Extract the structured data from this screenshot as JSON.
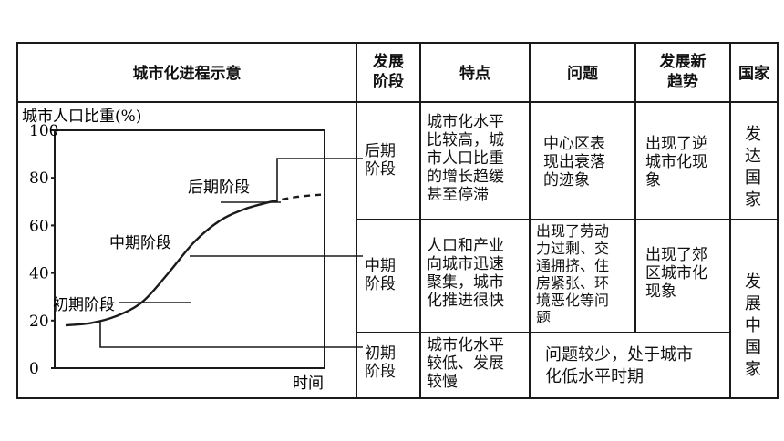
{
  "headers": {
    "diagram": "城市化进程示意",
    "stage": "发展\n阶段",
    "features": "特点",
    "problems": "问题",
    "trend": "发展新\n趋势",
    "country": "国家"
  },
  "chart": {
    "ylabel": "城市人口比重(%)",
    "xlabel": "时间",
    "yticks": [
      "100",
      "80",
      "60",
      "40",
      "20",
      "0"
    ],
    "stage_labels": {
      "early": "初期阶段",
      "middle": "中期阶段",
      "late": "后期阶段"
    }
  },
  "chart_data": {
    "type": "line",
    "ylim": [
      0,
      100
    ],
    "x": [
      0,
      1,
      2,
      3,
      4,
      5,
      6,
      7,
      8,
      9,
      10
    ],
    "values": [
      18,
      19,
      22,
      28,
      40,
      53,
      62,
      67,
      70,
      72,
      73
    ],
    "dashed_tail_from_index": 8,
    "grid": false
  },
  "rows": [
    {
      "stage": "后期\n阶段",
      "features": "城市化水平\n比较高，城\n市人口比重\n的增长趋缓\n甚至停滞",
      "problems": "中心区表\n现出衰落\n的迹象",
      "trend": "出现了逆\n城市化现\n象"
    },
    {
      "stage": "中期\n阶段",
      "features": "人口和产业\n向城市迅速\n聚集，城市\n化推进很快",
      "problems": "出现了劳动\n力过剩、交\n通拥挤、住\n房紧张、环\n境恶化等问\n题",
      "trend": "出现了郊\n区城市化\n现象"
    },
    {
      "stage": "初期\n阶段",
      "merged": "问题较少，处于城市\n化低水平时期",
      "features": "城市化水平\n较低、发展\n较慢"
    }
  ],
  "countries": {
    "developed": "发达国家",
    "developing": "发展中国家"
  }
}
